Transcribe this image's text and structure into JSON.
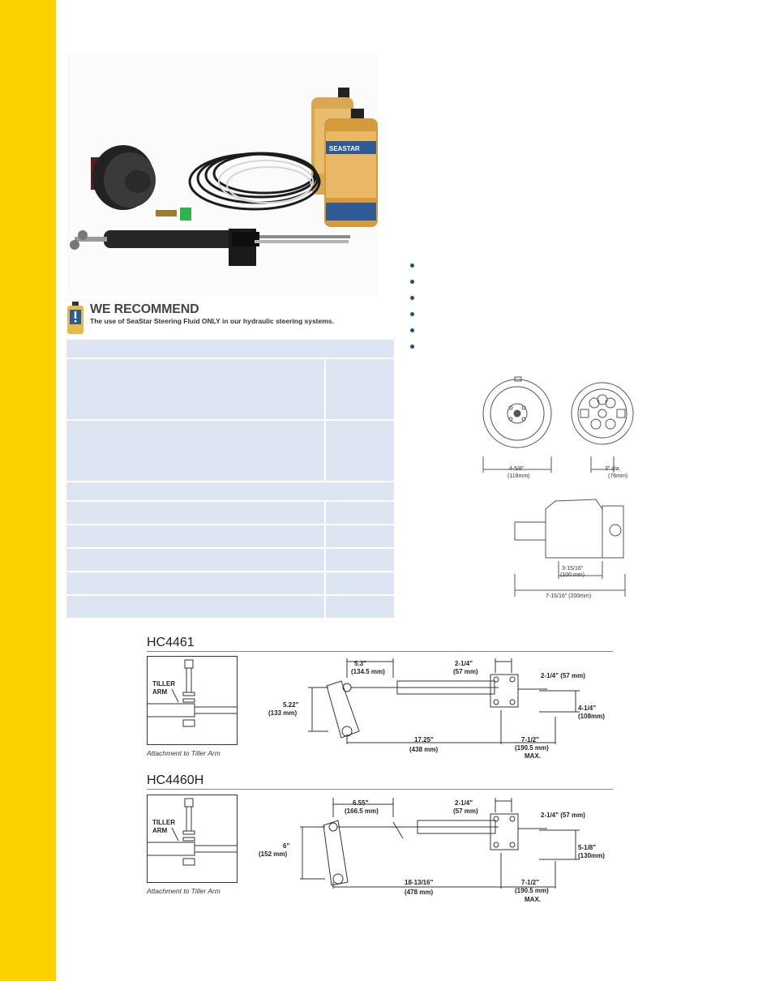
{
  "recommend": {
    "title": "WE RECOMMEND",
    "text": "The use of SeaStar Steering Fluid ONLY in our hydraulic steering systems."
  },
  "product_photo": {
    "bottle_brand": "SEASTAR"
  },
  "spec_table": {
    "rows": [
      "header",
      "big",
      "big",
      "header",
      "small",
      "small",
      "small",
      "small",
      "small"
    ]
  },
  "bullets": {
    "count": 6
  },
  "helm_drawing": {
    "front_width": "4-5/8\"",
    "front_width_mm": "(118mm)",
    "back_dia": "3\" dia.",
    "back_dia_mm": "(76mm)",
    "depth": "3-15/16\"",
    "depth_mm": "(100 mm)",
    "length": "7-15/16\" (200mm)"
  },
  "diagrams": [
    {
      "model": "HC4461",
      "tiller_label_1": "TILLER",
      "tiller_label_2": "ARM",
      "caption": "Attachment to Tiller Arm",
      "offset": "5.3\"",
      "offset_mm": "(134.5 mm)",
      "mount_width": "2-1/4\"",
      "mount_width_mm": "(57 mm)",
      "mount_side": "2-1/4\" (57 mm)",
      "height": "5.22\"",
      "height_mm": "(133 mm)",
      "mount_height": "4-1/4\"",
      "mount_height_mm": "(108mm)",
      "length": "17.25\"",
      "length_mm": "(438 mm)",
      "stroke": "7-1/2\"",
      "stroke_mm": "(190.5 mm)",
      "stroke_max": "MAX."
    },
    {
      "model": "HC4460H",
      "tiller_label_1": "TILLER",
      "tiller_label_2": "ARM",
      "caption": "Attachment to Tiller Arm",
      "offset": "6.55\"",
      "offset_mm": "(166.5 mm)",
      "mount_width": "2-1/4\"",
      "mount_width_mm": "(57 mm)",
      "mount_side": "2-1/4\" (57 mm)",
      "height": "6\"",
      "height_mm": "(152 mm)",
      "mount_height": "5-1/8\"",
      "mount_height_mm": "(130mm)",
      "length": "18-13/16\"",
      "length_mm": "(478 mm)",
      "stroke": "7-1/2\"",
      "stroke_mm": "(190.5 mm)",
      "stroke_max": "MAX."
    }
  ]
}
